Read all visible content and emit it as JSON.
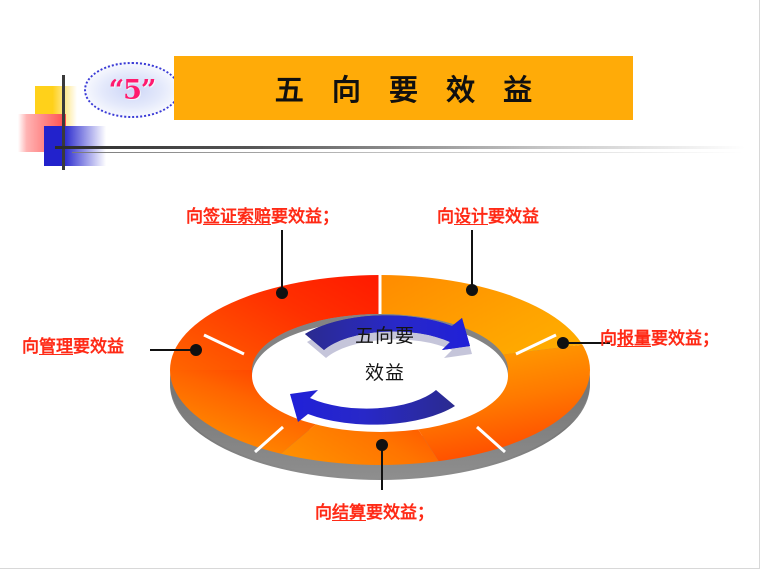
{
  "slide": {
    "background_color": "#ffffff",
    "title": "五 向 要 效 益",
    "badge_label": "“5”",
    "banner_color": "#ffab08",
    "accent_color": "#ff2a16"
  },
  "diagram": {
    "type": "cycle-donut",
    "segment_count": 5,
    "center_line1": "五向要",
    "center_line2": "效益",
    "segment_colors": [
      "#ff1a00",
      "#ff8c00",
      "#ffae00",
      "#ff7a00",
      "#ff3300"
    ],
    "base_color": "#808080",
    "arrow_color": "#2222cc",
    "callouts": [
      {
        "id": "top-left",
        "text_before": "向",
        "text_underlined": "签证索赔",
        "text_after": "要效益；"
      },
      {
        "id": "top-right",
        "text_before": "向",
        "text_underlined": "设计",
        "text_after": "要效益"
      },
      {
        "id": "left",
        "text_before": "向",
        "text_underlined": "管理",
        "text_after": "要效益"
      },
      {
        "id": "right",
        "text_before": "向",
        "text_underlined": "报量",
        "text_after": "要效益；"
      },
      {
        "id": "bottom",
        "text_before": "向",
        "text_underlined": "结算",
        "text_after": "要效益；"
      }
    ]
  }
}
